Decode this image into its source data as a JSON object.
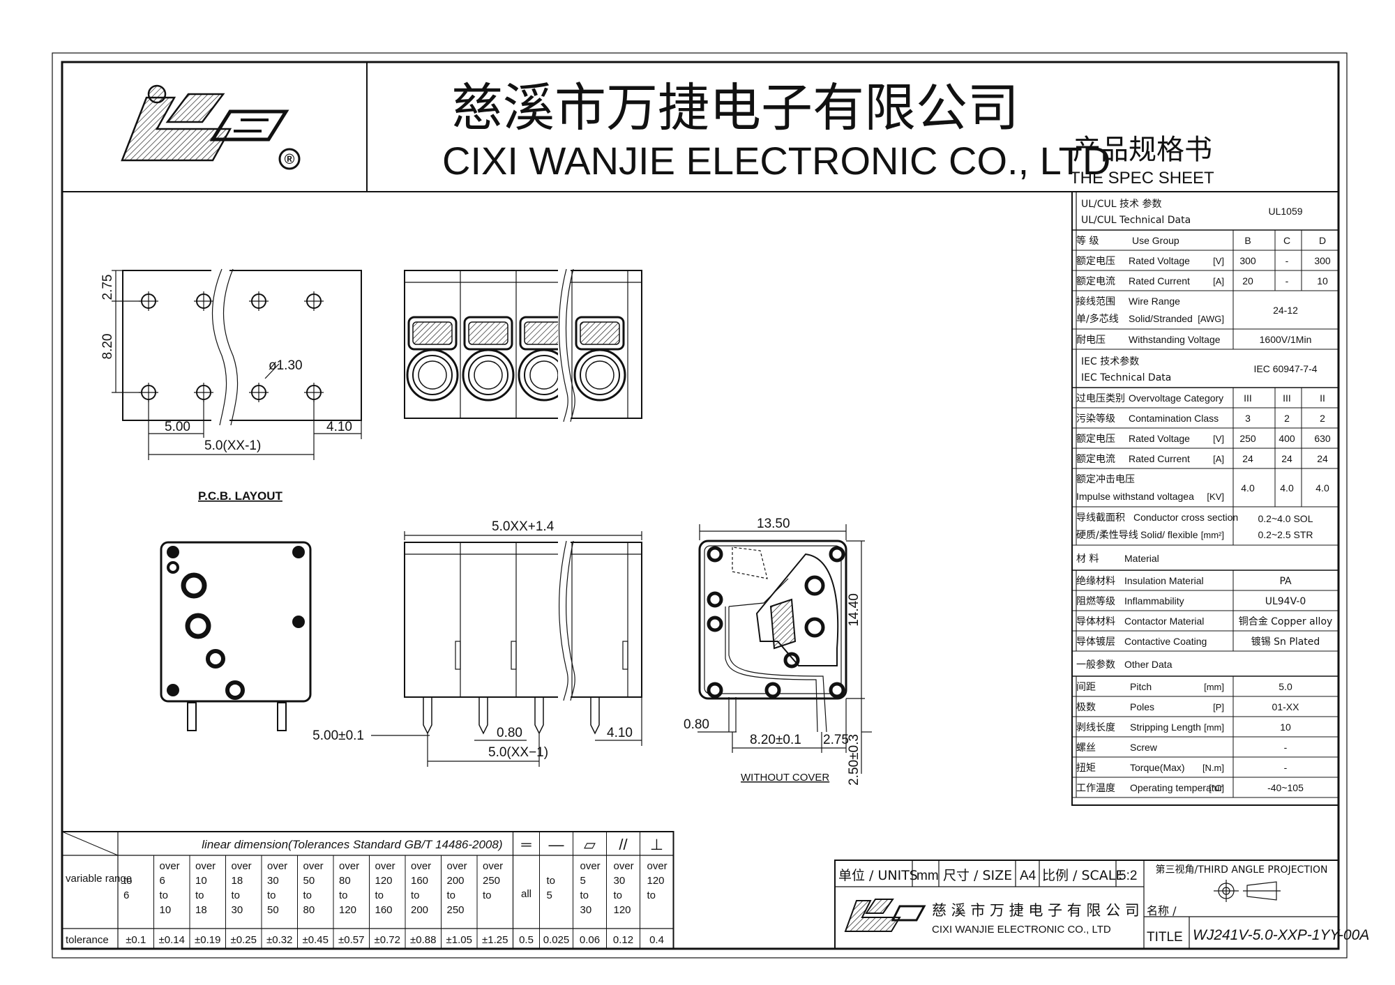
{
  "company": {
    "name_cn": "慈溪市万捷电子有限公司",
    "name_en": "CIXI WANJIE ELECTRONIC CO., LTD",
    "spec_cn": "产品规格书",
    "spec_en": "THE SPEC SHEET",
    "registered_mark": "®"
  },
  "spec": {
    "ul_cn": [
      "UL/CUL  技术 参数",
      "UL/CUL  Technical Data"
    ],
    "ul_std": "UL1059",
    "ul_header": [
      "等 级",
      "Use Group",
      "B",
      "C",
      "D"
    ],
    "ul_rows": [
      {
        "cn": "额定电压",
        "en": "Rated Voltage",
        "unit": "[V]",
        "vals": [
          "300",
          "-",
          "300"
        ]
      },
      {
        "cn": "额定电流",
        "en": "Rated Current",
        "unit": "[A]",
        "vals": [
          "20",
          "-",
          "10"
        ]
      }
    ],
    "wire_cn": [
      "接线范围",
      "单/多芯线"
    ],
    "wire_en": [
      "Wire Range",
      "Solid/Stranded"
    ],
    "wire_unit": "[AWG]",
    "wire_val": "24-12",
    "withstand": {
      "cn": "耐电压",
      "en": "Withstanding Voltage",
      "val": "1600V/1Min"
    },
    "iec_cn": [
      "IEC  技术参数",
      "IEC  Technical Data"
    ],
    "iec_std": "IEC 60947-7-4",
    "iec_rows": [
      {
        "cn": "过电压类别",
        "en": "Overvoltage Category",
        "unit": "",
        "vals": [
          "III",
          "III",
          "II"
        ]
      },
      {
        "cn": "污染等级",
        "en": "Contamination Class",
        "unit": "",
        "vals": [
          "3",
          "2",
          "2"
        ]
      },
      {
        "cn": "额定电压",
        "en": "Rated Voltage",
        "unit": "[V]",
        "vals": [
          "250",
          "400",
          "630"
        ]
      },
      {
        "cn": "额定电流",
        "en": "Rated Current",
        "unit": "[A]",
        "vals": [
          "24",
          "24",
          "24"
        ]
      }
    ],
    "impulse": {
      "cn": "额定冲击电压",
      "en": "Impulse withstand voltagea",
      "unit": "[KV]",
      "vals": [
        "4.0",
        "4.0",
        "4.0"
      ]
    },
    "conductor": {
      "cn": [
        "导线截面积",
        "硬质/柔性导线"
      ],
      "en": [
        "Conductor cross section",
        "Solid/ flexible"
      ],
      "unit": "[mm²]",
      "vals": [
        "0.2~4.0 SOL",
        "0.2~2.5 STR"
      ]
    },
    "material_head": {
      "cn": "材 料",
      "en": "Material"
    },
    "materials": [
      {
        "cn": "绝缘材料",
        "en": "Insulation Material",
        "val": "PA"
      },
      {
        "cn": "阻燃等级",
        "en": "Inflammability",
        "val": "UL94V-0"
      },
      {
        "cn": "导体材料",
        "en": "Contactor Material",
        "val": "铜合金 Copper alloy"
      },
      {
        "cn": "导体镀层",
        "en": "Contactive Coating",
        "val": "镀锡 Sn Plated"
      }
    ],
    "other_head": {
      "cn": "一般参数",
      "en": "Other Data"
    },
    "other": [
      {
        "cn": "间距",
        "en": "Pitch",
        "unit": "[mm]",
        "val": "5.0"
      },
      {
        "cn": "极数",
        "en": "Poles",
        "unit": "[P]",
        "val": "01-XX"
      },
      {
        "cn": "剥线长度",
        "en": "Stripping Length",
        "unit": "[mm]",
        "val": "10"
      },
      {
        "cn": "螺丝",
        "en": "Screw",
        "unit": "",
        "val": "-"
      },
      {
        "cn": "扭矩",
        "en": "Torque(Max)",
        "unit": "[N.m]",
        "val": "-"
      },
      {
        "cn": "工作温度",
        "en": "Operating temperatur",
        "unit": "[°C]",
        "val": "-40~105"
      }
    ]
  },
  "dims": {
    "pcb_label": "P.C.B. LAYOUT",
    "d_275": "2.75",
    "d_820": "8.20",
    "d_hole": "ø1.30",
    "d_500": "5.00",
    "d_410": "4.10",
    "d_pitch": "5.0(XX-1)",
    "d_len": "5.0XX+1.4",
    "d_1350": "13.50",
    "d_1440": "14.40",
    "d_500t": "5.00±0.1",
    "d_080": "0.80",
    "d_080b": "0.80",
    "d_820t": "8.20±0.1",
    "d_275b": "2.75",
    "d_250t": "2.50±0.3",
    "d_410b": "4.10",
    "d_pitch2": "5.0(XX−1)",
    "without_cover": "WITHOUT COVER"
  },
  "tolerance": {
    "title": "linear dimension(Tolerances Standard GB/T 14486-2008)",
    "row_label_range": "variable range",
    "row_label_tol": "tolerance",
    "ranges": [
      [
        "",
        "to",
        "6"
      ],
      [
        "over",
        "6",
        "to",
        "10"
      ],
      [
        "over",
        "10",
        "to",
        "18"
      ],
      [
        "over",
        "18",
        "to",
        "30"
      ],
      [
        "over",
        "30",
        "to",
        "50"
      ],
      [
        "over",
        "50",
        "to",
        "80"
      ],
      [
        "over",
        "80",
        "to",
        "120"
      ],
      [
        "over",
        "120",
        "to",
        "160"
      ],
      [
        "over",
        "160",
        "to",
        "200"
      ],
      [
        "over",
        "200",
        "to",
        "250"
      ],
      [
        "over",
        "250",
        "to"
      ]
    ],
    "tols": [
      "±0.1",
      "±0.14",
      "±0.19",
      "±0.25",
      "±0.32",
      "±0.45",
      "±0.57",
      "±0.72",
      "±0.88",
      "±1.05",
      "±1.25"
    ],
    "flat_sym": "═",
    "flat_all": "all",
    "flat_tol": "0.5",
    "geo_syms": [
      "—",
      "▱",
      "//",
      "⊥"
    ],
    "geo_ranges": [
      [
        "",
        "to",
        "5"
      ],
      [
        "over",
        "5",
        "to",
        "30"
      ],
      [
        "over",
        "30",
        "to",
        "120"
      ],
      [
        "over",
        "120",
        "to"
      ]
    ],
    "geo_tols": [
      "0.025",
      "0.06",
      "0.12",
      "0.4"
    ]
  },
  "title_block": {
    "units_label": "单位 / UNITS",
    "units_val": "mm",
    "size_label": "尺寸 / SIZE",
    "size_val": "A4",
    "scale_label": "比例 / SCALE",
    "scale_val": "5:2",
    "projection": "第三视角/THIRD ANGLE PROJECTION",
    "company_cn": "慈 溪 市 万 捷 电 子 有 限 公 司",
    "company_en": "CIXI WANJIE ELECTRONIC CO., LTD",
    "name_label": "名称 /",
    "title_label": "TITLE",
    "part_no": "WJ241V-5.0-XXP-1YY-00A"
  }
}
